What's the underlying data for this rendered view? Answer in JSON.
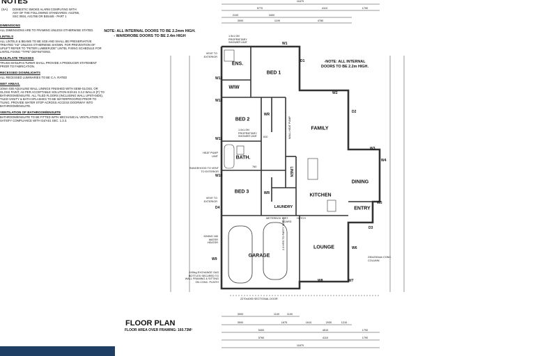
{
  "notes": {
    "title": "NOTES",
    "smoke_alarm": {
      "tag": "(SA)",
      "text": "DOMESTIC SMOKE ALARM COMPLYING WITH ANY OF THE FOLLOWING STANDARDS: AS3786, SSC 0934, AS1786 OR BS5446 - PART 1"
    },
    "sections": [
      {
        "heading": "DIMENSIONS",
        "text": "ALL DIMENSIONS ARE TO FRAMING UNLESS OTHERWISE STATED."
      },
      {
        "heading": "LINTELS",
        "text": "ALL LINTELS & BEAMS TO BE SG8 AND SHALL BE PRESERVATIVE TREATED \"H2\" UNLESS OTHERWISE SHOWN. FOR PREVENTION OF UPLIFT REFER TO \"PETER LUMBERJOE\" LINTEL FIXING SCHEDULE FOR LINTEL FIXING \"TYPE\" DEFINITIONS."
      },
      {
        "heading": "NAILPLATE TRUSSES",
        "text": "TRUSS MANUFACTURER SHALL PROVIDE A PRODUCER STATEMENT PRIOR TO FABRICATION."
      },
      {
        "heading": "RECESSED DOWNLIGHTS",
        "text": "ALL RECESSED LUMINARIES TO BE C.A. RATED"
      },
      {
        "heading": "WET AREAS.",
        "text": "10mm GIB AQUALINE WALL LININGS FINISHED WITH SEMI-GLOSS, OR GLOSS PAINT, AS PER ACCEPTABLE SOLUTION E3/AS1 3.3.2 WALLS (F) TO BATHROOM/ENSUITE. ALL TILED FLOORS (INCLUDING WALL UPSTANDS), TILED VANITY & BATH SPLASHES TO BE WATERPROOFED PRIOR TO TILING. PROVIDE WATER STOP ACROSS ACCESS DOORWAY INTO BATHROOM/ENSUITE."
      },
      {
        "heading": "VENTILATION OF BATHROOM/ENSUITE",
        "text": "BATHROOM/ENSUITE TO BE FITTED WITH MECHANICAL VENTILATION TO SATISFY COMPLIANCE WITH G4/AS1 SEC. 1.3.3."
      }
    ]
  },
  "plan_notes": {
    "left": "NOTE: ALL INTERNAL DOORS TO BE 2.2mm HIGH.\n- WARDROBE DOORS TO BE 2.4m HIGH",
    "right": "-NOTE: ALL INTERNAL DOORS TO BE 2.2m HIGH."
  },
  "rooms": {
    "ens": "ENS.",
    "bed1": "BED 1",
    "wiw": "WIW",
    "bed2": "BED 2",
    "wr1": "WR",
    "bath": "BATH.",
    "bed3": "BED 3",
    "wr2": "WR",
    "linen": "LINEN",
    "laundry": "LAUNDRY",
    "family": "FAMILY",
    "kitchen": "KITCHEN",
    "dining": "DINING",
    "entry": "ENTRY",
    "lounge": "LOUNGE",
    "garage": "GARAGE"
  },
  "windows": [
    "W1",
    "W2",
    "W3",
    "W4",
    "W5",
    "W6",
    "W7",
    "W8",
    "W9",
    "W10",
    "W11",
    "W12",
    "W13",
    "D1",
    "D2",
    "D3",
    "D4"
  ],
  "annotations": {
    "shower_top": "1.5x1.0M PROPRIETARY SHOWER UNIT",
    "shower_mid": "1.0x1.0M PROPRIETARY SHOWER UNIT",
    "vent1": "VENT TO EXTERIOR",
    "vent2": "VENT TO EXTERIOR",
    "heat_pump": "HEAT PUMP UNIT",
    "rangehood": "RANGEHOOD TO VENT TO EXTERIOR",
    "hw": "KINING 180 WATER HEATER",
    "gas": "2/45kg EXCHANGE GAS BOTTLES SECURED TO WALL FRAMING & SITTING ON CONC. PLINTH",
    "sectional_door": "2270x4900 SECTIONAL DOOR",
    "meterbox": "METERBOX",
    "dist_board": "DIST. BOARD",
    "hatch": "HATCH",
    "column": "230x230mm CONC. COLUMN",
    "party_wall": "2.3 HRS TO PARTY WALLS",
    "wall_heat_pump": "WALL HEAT PUMP",
    "door_810": "810",
    "door_760": "760"
  },
  "dims_top": {
    "overall": "11670",
    "row1": [
      "5770",
      "4110",
      "1790"
    ],
    "row2": [
      "2100",
      "3400"
    ],
    "row3": [
      "3000",
      "1100",
      "4780"
    ]
  },
  "dims_bottom": {
    "row1": [
      "3000",
      "1100",
      "1100"
    ],
    "row2": [
      "3000",
      "1675",
      "1610",
      "2030",
      "1210"
    ],
    "row3": [
      "5400",
      "4610",
      "1790"
    ],
    "row4": [
      "5760",
      "4110",
      "1790"
    ],
    "overall": "11670"
  },
  "title": "FLOOR PLAN",
  "subtitle": "FLOOR AREA OVER FRAMING: 160.73M²",
  "colors": {
    "footer_bar": "#1f3e63",
    "walls": "#333333"
  }
}
